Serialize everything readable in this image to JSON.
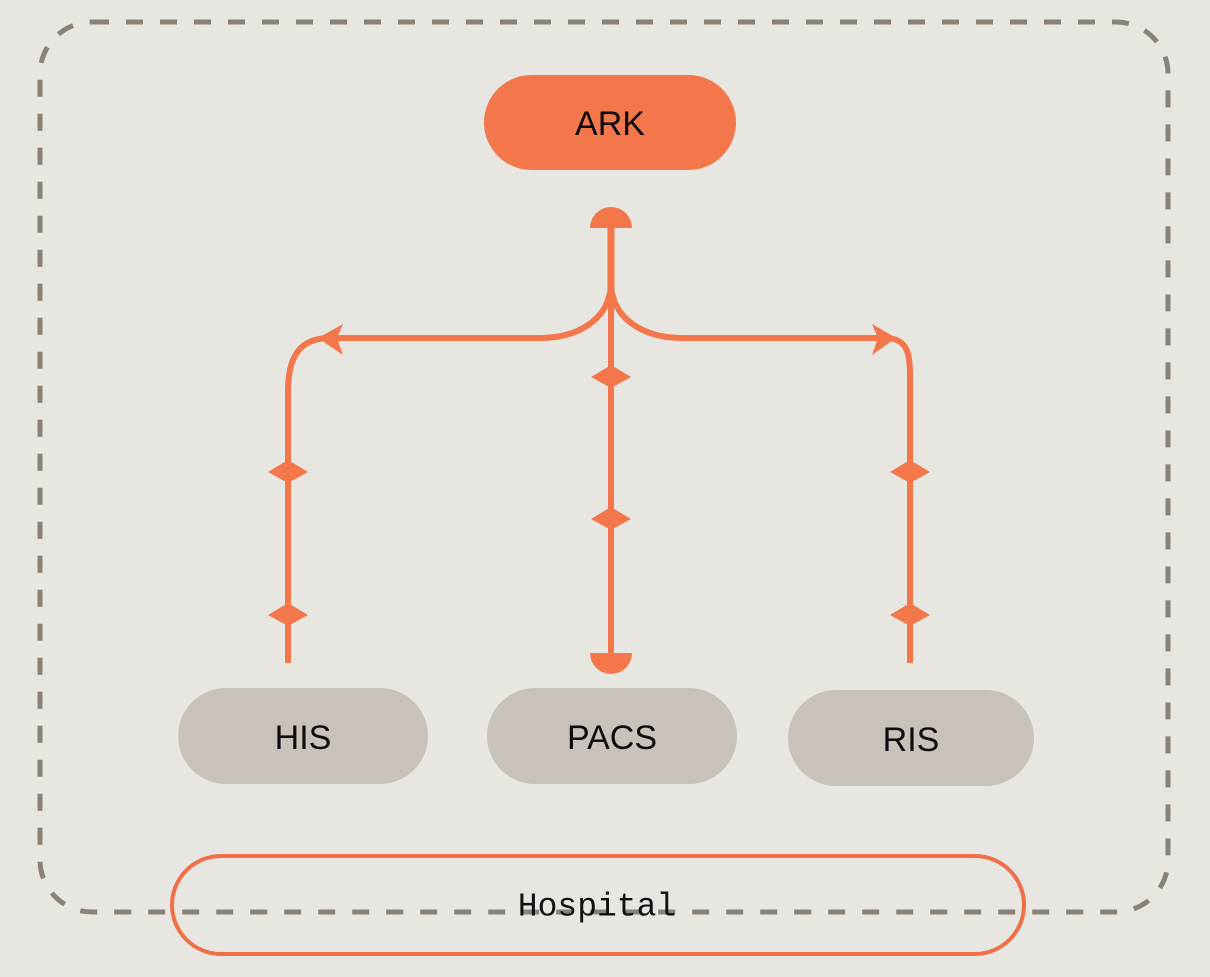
{
  "diagram": {
    "type": "flow-architecture",
    "title_text": "",
    "background_color": "#e8e6e0",
    "boundary": {
      "label": "",
      "style": "dashed",
      "color": "#8a8178"
    },
    "root_node": {
      "id": "ark",
      "label": "ARK",
      "shape": "pill",
      "fill": "#f4764b",
      "text_color": "#0b0b0b"
    },
    "child_nodes": [
      {
        "id": "his",
        "label": "HIS",
        "shape": "pill",
        "fill": "#c9c2ba",
        "text_color": "#0b0b0b"
      },
      {
        "id": "pacs",
        "label": "PACS",
        "shape": "pill",
        "fill": "#c9c2ba",
        "text_color": "#0b0b0b"
      },
      {
        "id": "ris",
        "label": "RIS",
        "shape": "pill",
        "fill": "#c9c2ba",
        "text_color": "#0b0b0b"
      }
    ],
    "container_node": {
      "id": "hospital",
      "label": "Hospital",
      "shape": "rounded-rect-outline",
      "stroke": "#ef6f47",
      "text_color": "#111111"
    },
    "connectors": {
      "color": "#f4764b",
      "edges": [
        {
          "from": "ark",
          "to": "his",
          "marker_count": 2
        },
        {
          "from": "ark",
          "to": "pacs",
          "marker_count": 2
        },
        {
          "from": "ark",
          "to": "ris",
          "marker_count": 2
        }
      ]
    }
  }
}
